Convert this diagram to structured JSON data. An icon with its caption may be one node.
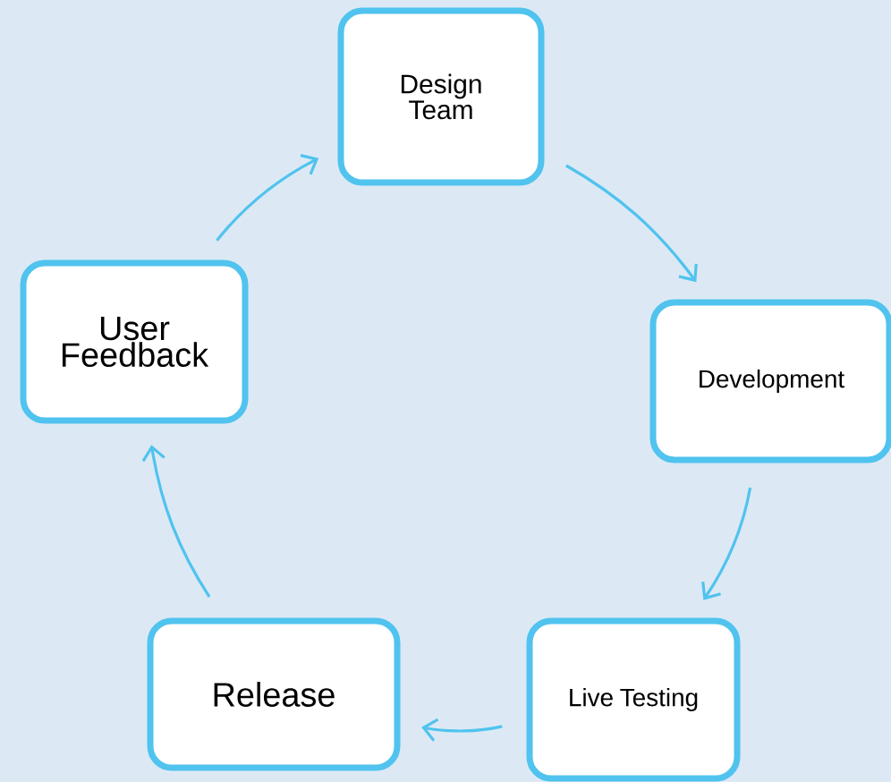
{
  "diagram": {
    "nodes": [
      {
        "text": [
          "Design Team"
        ]
      },
      {
        "text": [
          "Development"
        ]
      },
      {
        "text": [
          "Live Testing"
        ]
      },
      {
        "text": [
          "Release"
        ]
      },
      {
        "text": [
          "User Feedback"
        ]
      }
    ],
    "edges": [
      {
        "from": 4,
        "to": 0,
        "arrow": "to"
      },
      {
        "from": 0,
        "to": 1,
        "arrow": "to"
      },
      {
        "from": 1,
        "to": 2,
        "arrow": "to"
      },
      {
        "from": 2,
        "to": 3,
        "arrow": "to"
      },
      {
        "from": 3,
        "to": 4,
        "arrow": "to"
      }
    ]
  }
}
